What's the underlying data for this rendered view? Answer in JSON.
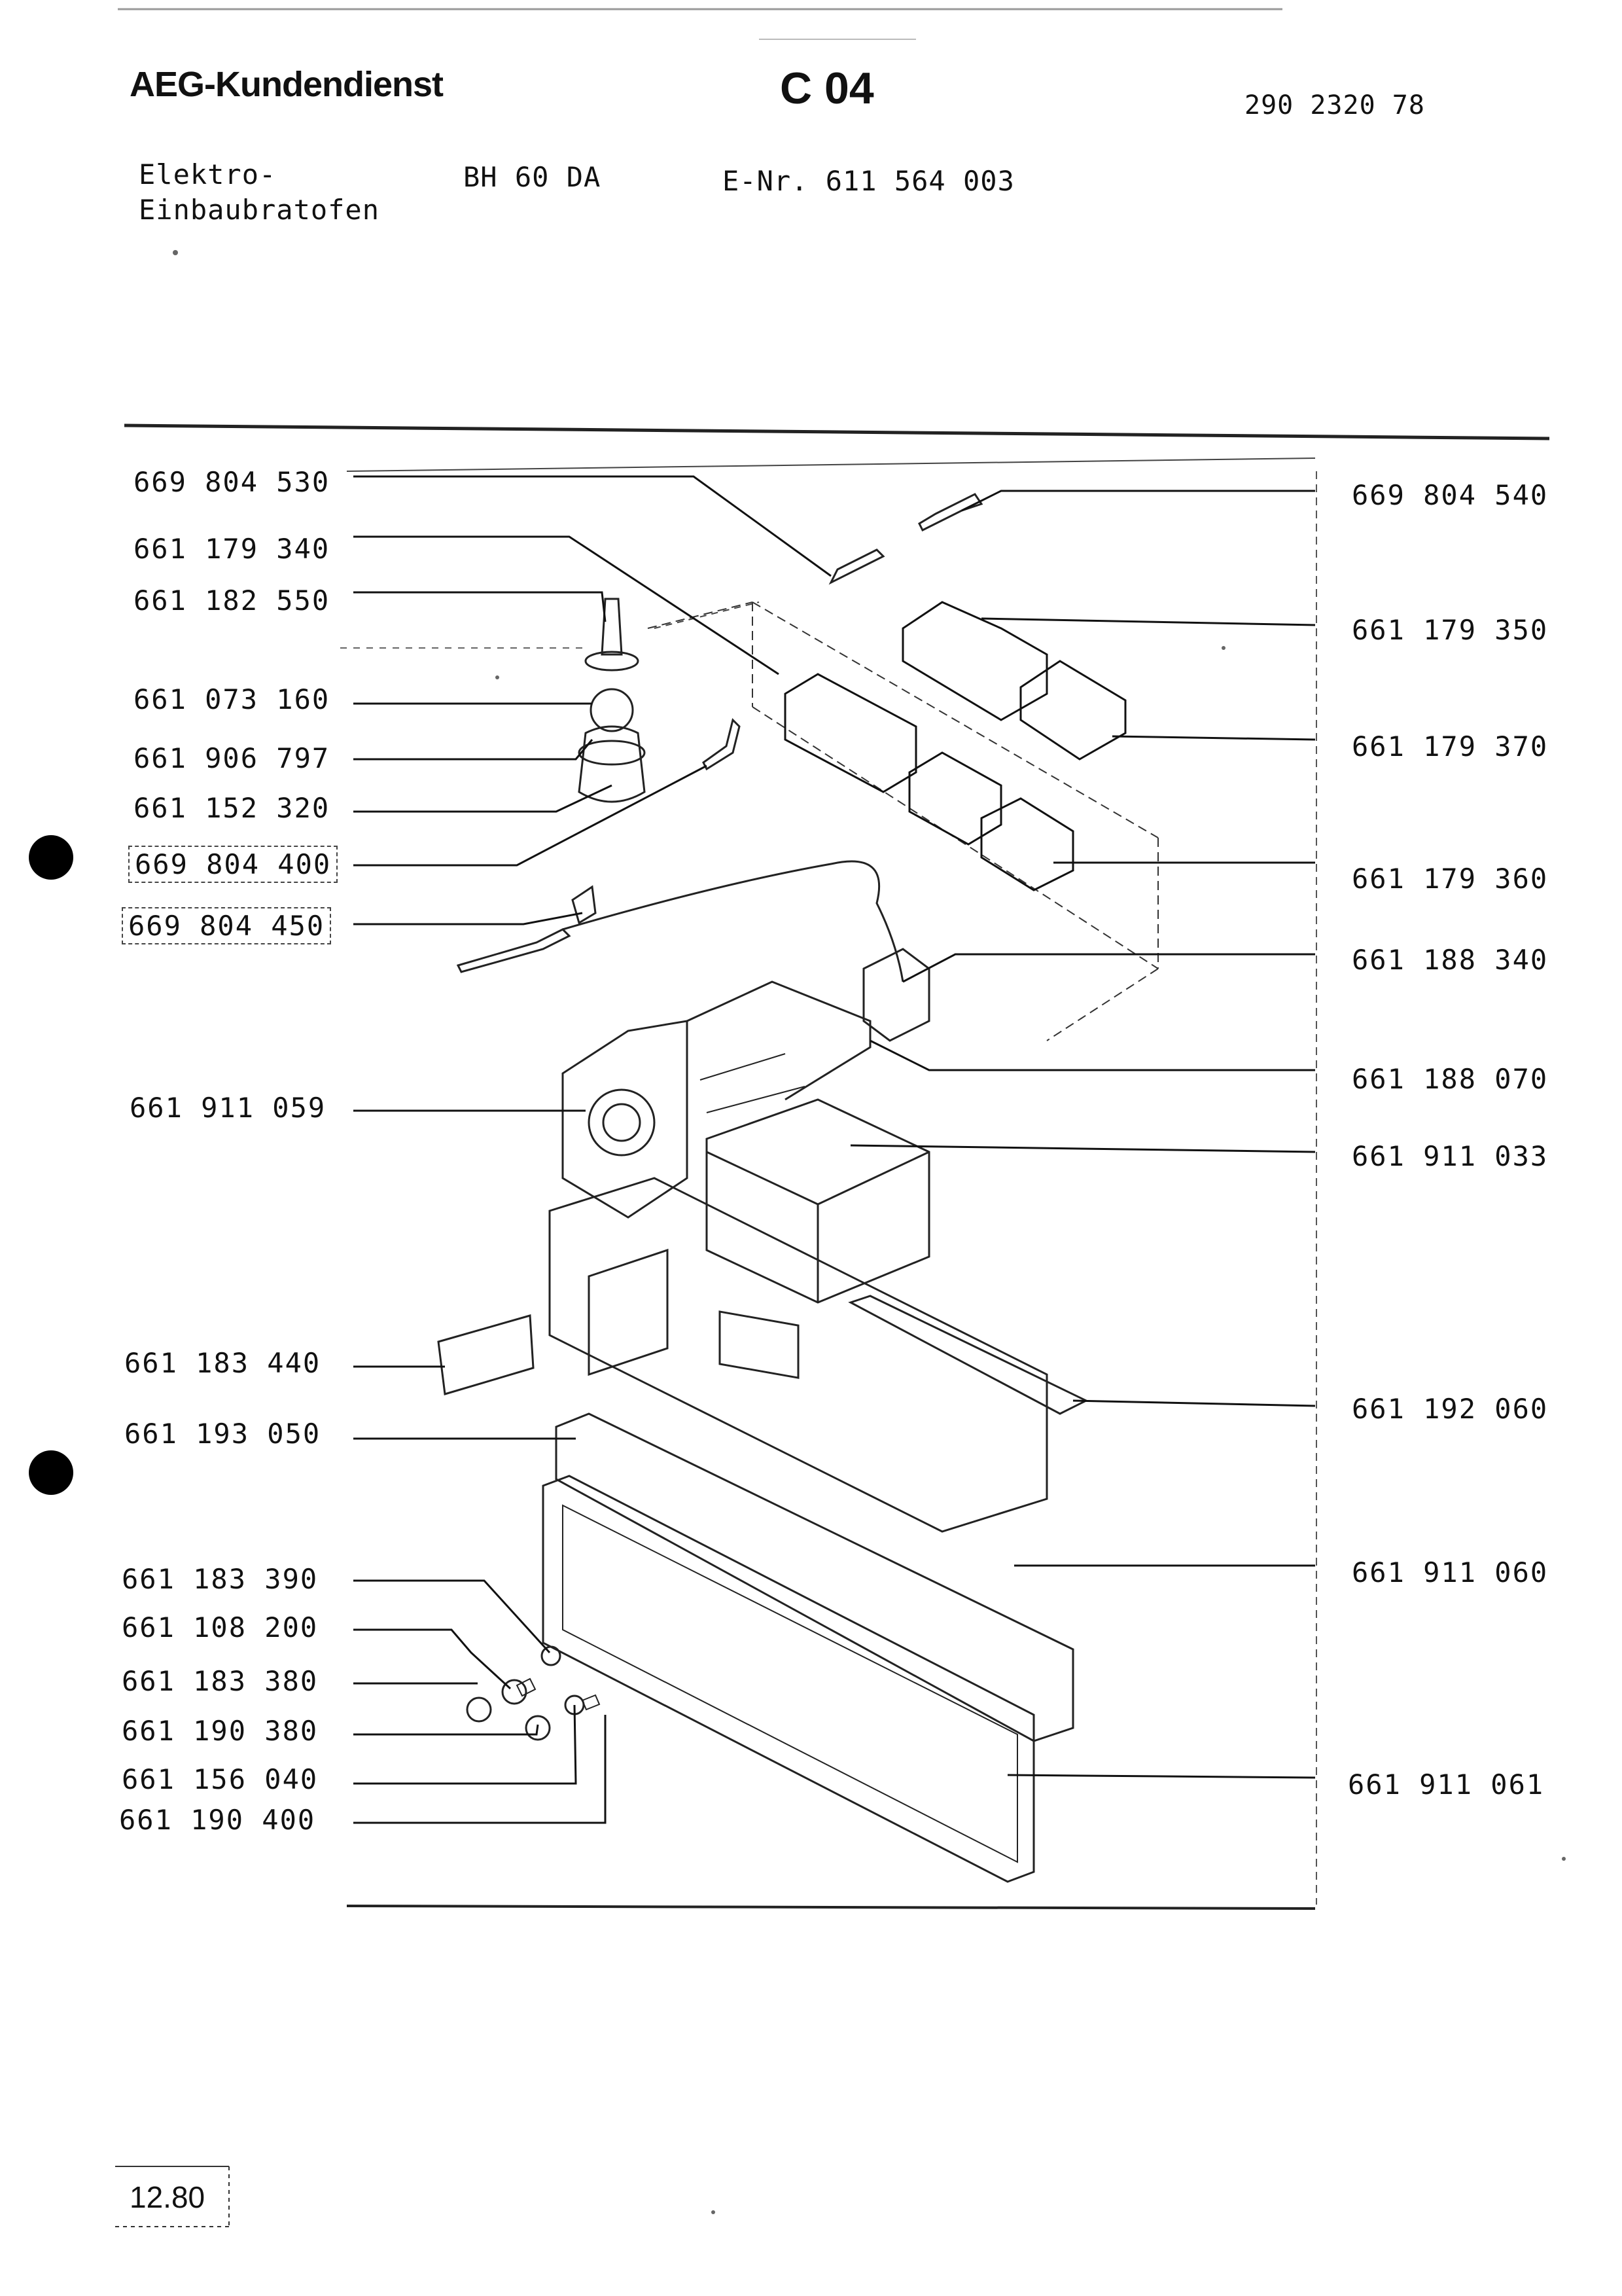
{
  "header": {
    "brand": "AEG-Kundendienst",
    "code": "C 04",
    "document_number": "290 2320 78"
  },
  "appliance": {
    "type_line1": "Elektro-",
    "type_line2": "Einbaubratofen",
    "model": "BH  60 DA",
    "e_number": "E-Nr. 611 564 003"
  },
  "left_parts": [
    "669 804 530",
    "661 179 340",
    "661 182 550",
    "661 073 160",
    "661 906 797",
    "661 152 320",
    "669 804 400",
    "669 804 450",
    "661 911 059",
    "661 183 440",
    "661 193 050",
    "661 183 390",
    "661 108 200",
    "661 183 380",
    "661 190 380",
    "661 156 040",
    "661 190 400"
  ],
  "right_parts": [
    "669 804 540",
    "661 179 350",
    "661 179 370",
    "661 179 360",
    "661 188 340",
    "661 188 070",
    "661 911 033",
    "661 192 060",
    "661 911 060",
    "661 911 061"
  ],
  "footer": {
    "date": "12.80"
  }
}
